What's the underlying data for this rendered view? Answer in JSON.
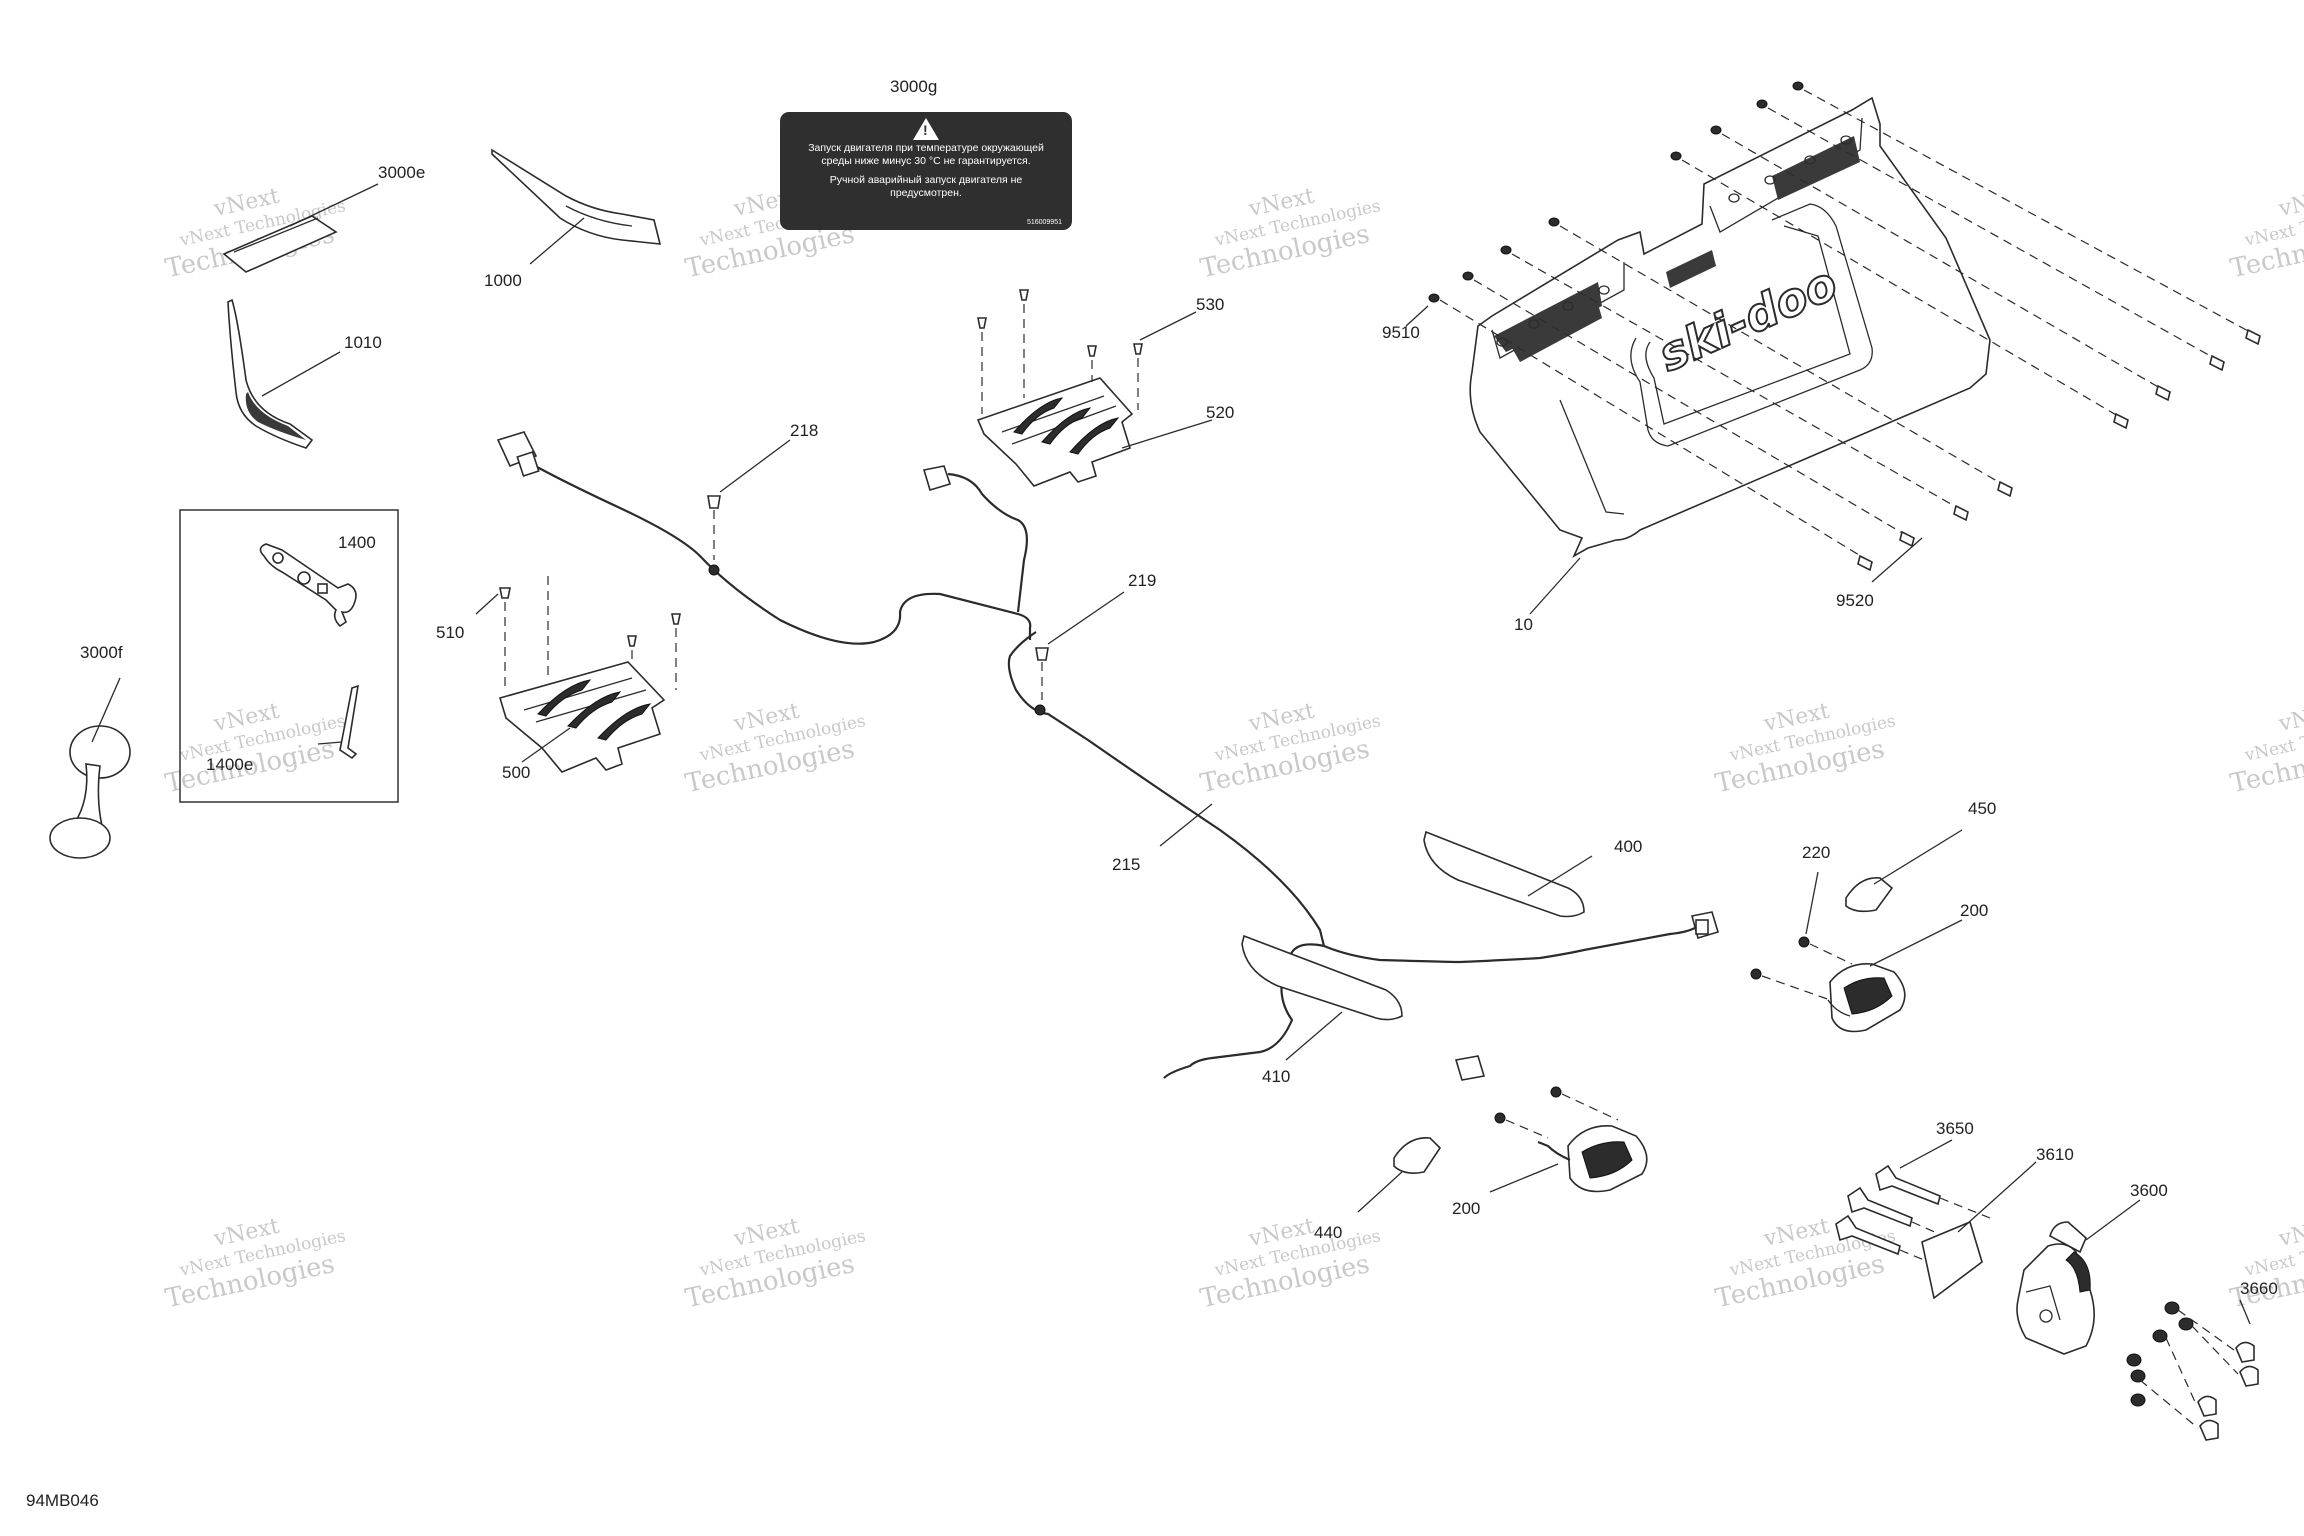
{
  "diagram": {
    "code": "94MB046",
    "watermark": {
      "line1": "vNext",
      "line2": "vNext Technologies",
      "line3": "Technologies"
    },
    "decal": {
      "line1": "Запуск двигателя при температуре окружающей",
      "line2": "среды ниже минус 30 °C не гарантируется.",
      "line3": "Ручной аварийный запуск двигателя не",
      "line4": "предусмотрен.",
      "code": "516009951"
    },
    "labels": {
      "p3000g": "3000g",
      "p3000e": "3000e",
      "p1000": "1000",
      "p1010": "1010",
      "p1400": "1400",
      "p1400e": "1400e",
      "p3000f": "3000f",
      "p218": "218",
      "p530": "530",
      "p520": "520",
      "p510": "510",
      "p500": "500",
      "p219": "219",
      "p215": "215",
      "p9510": "9510",
      "p9520": "9520",
      "p10": "10",
      "p400": "400",
      "p410": "410",
      "p450": "450",
      "p220": "220",
      "p200a": "200",
      "p200b": "200",
      "p440": "440",
      "p3650": "3650",
      "p3610": "3610",
      "p3600": "3600",
      "p3660": "3660"
    },
    "brand": "ski-doo"
  }
}
